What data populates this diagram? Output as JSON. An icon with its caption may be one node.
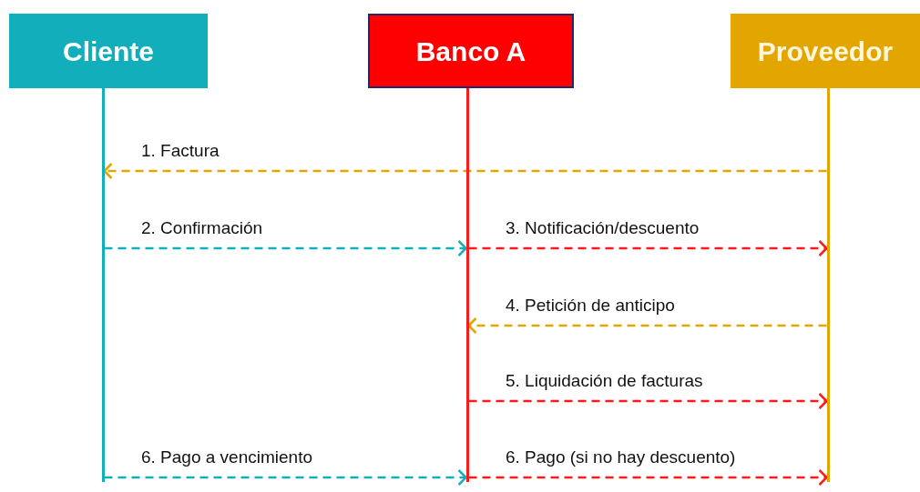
{
  "diagram": {
    "nodes": [
      {
        "text": [
          "Cliente"
        ]
      },
      {
        "text": [
          "Banco A"
        ]
      },
      {
        "text": [
          "Proveedor"
        ]
      },
      {
        "text": [],
        "shape": "bar"
      },
      {
        "text": [],
        "shape": "bar"
      },
      {
        "text": [],
        "shape": "bar"
      }
    ],
    "edges": [
      {
        "from": 5,
        "to": 3,
        "arrow": "to",
        "label": "1. Factura",
        "style": "dashed",
        "color": "#e3a600"
      },
      {
        "from": 3,
        "to": 4,
        "arrow": "to",
        "label": "2. Confirmación",
        "style": "dashed",
        "color": "#12aebb"
      },
      {
        "from": 4,
        "to": 5,
        "arrow": "to",
        "label": "3. Notificación/descuento",
        "style": "dashed",
        "color": "#ff1a1a"
      },
      {
        "from": 5,
        "to": 4,
        "arrow": "to",
        "label": "4. Petición de anticipo",
        "style": "dashed",
        "color": "#e3a600"
      },
      {
        "from": 4,
        "to": 5,
        "arrow": "to",
        "label": "5. Liquidación de facturas",
        "style": "dashed",
        "color": "#ff1a1a"
      },
      {
        "from": 3,
        "to": 4,
        "arrow": "to",
        "label": "6. Pago a vencimiento",
        "style": "dashed",
        "color": "#12aebb"
      },
      {
        "from": 4,
        "to": 5,
        "arrow": "to",
        "label": "6. Pago (si no hay descuento)",
        "style": "dashed",
        "color": "#ff1a1a"
      }
    ]
  }
}
